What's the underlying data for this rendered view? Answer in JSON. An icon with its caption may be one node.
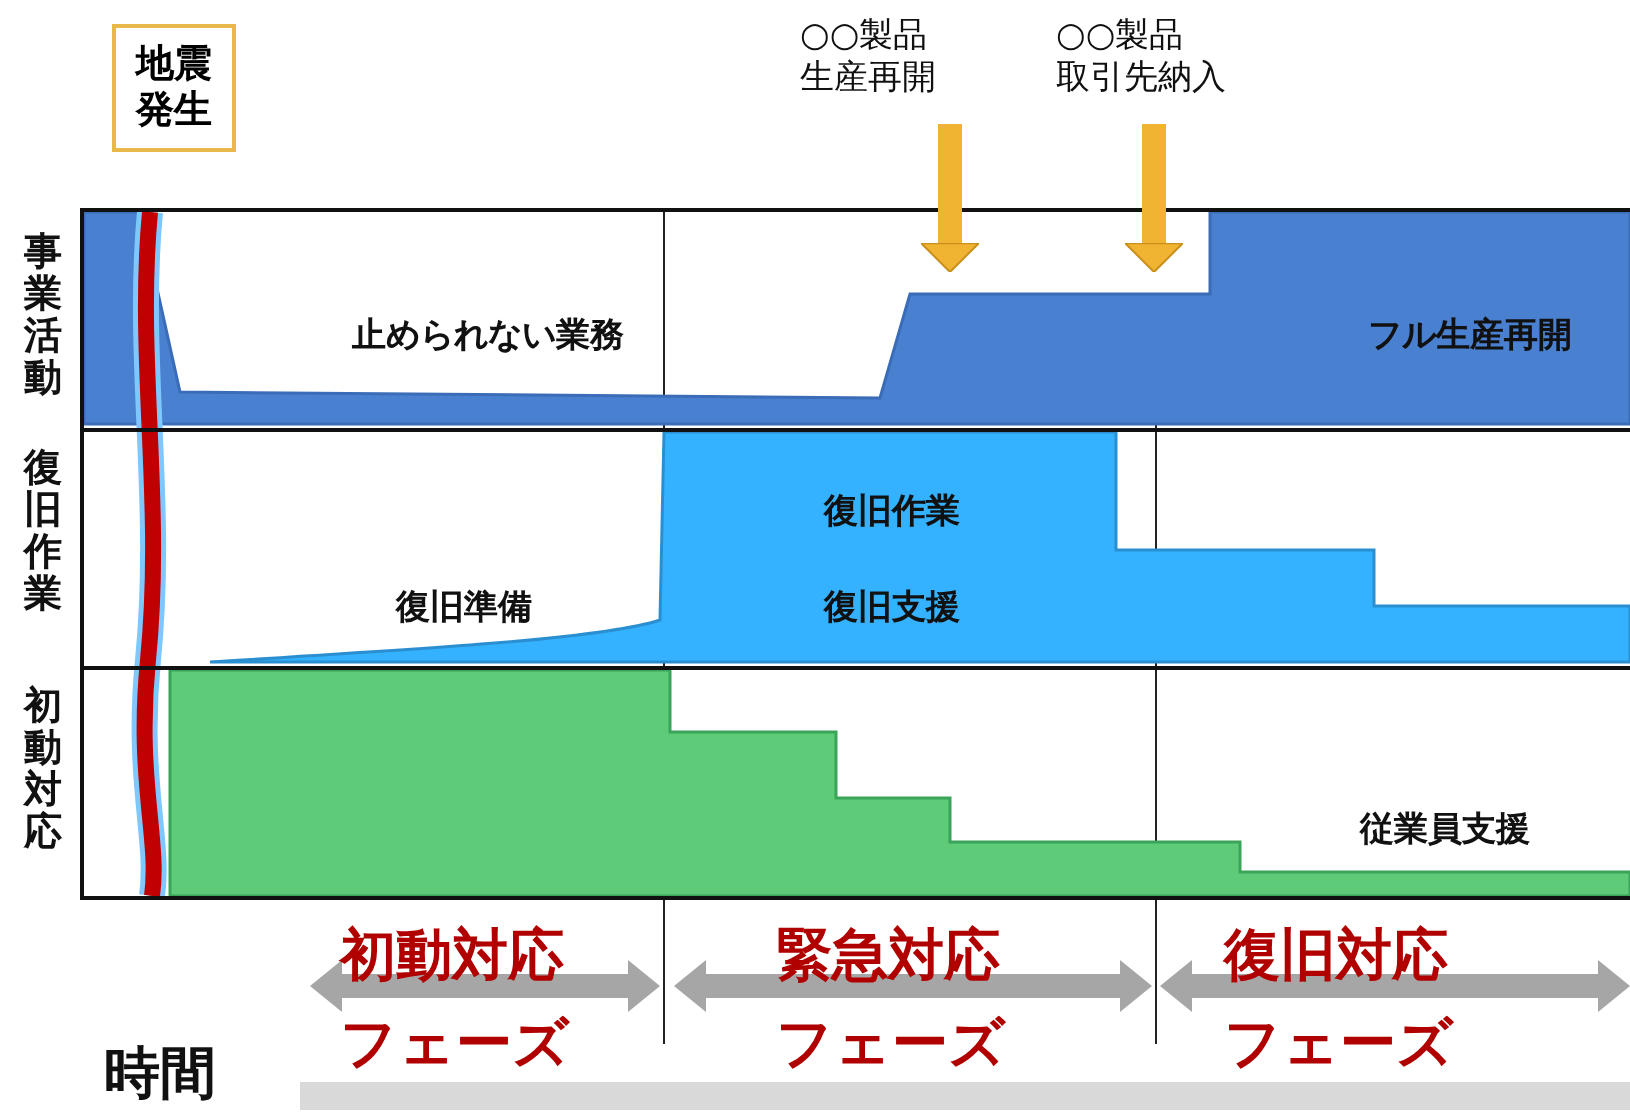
{
  "diagram": {
    "nodes": [
      {
        "text": [
          "地震発生"
        ]
      },
      {
        "text": [
          "○○製品生産再開"
        ]
      },
      {
        "text": [
          "○○製品取引先納入"
        ]
      },
      {
        "text": [
          "事業活動",
          "止められない業務",
          "フル生産再開"
        ]
      },
      {
        "text": [
          "復旧作業",
          "復旧作業",
          "復旧準備",
          "復旧支援"
        ]
      },
      {
        "text": [
          "初動対応",
          "従業員支援"
        ]
      },
      {
        "text": [],
        "shape": "bar"
      }
    ],
    "edges": [
      {
        "from": 1,
        "to": 3,
        "arrow": "to"
      },
      {
        "from": 2,
        "to": 3,
        "arrow": "to"
      }
    ],
    "labels": [
      "初動対応フェーズ",
      "緊急対応フェーズ",
      "復旧対応フェーズ",
      "時間"
    ]
  }
}
